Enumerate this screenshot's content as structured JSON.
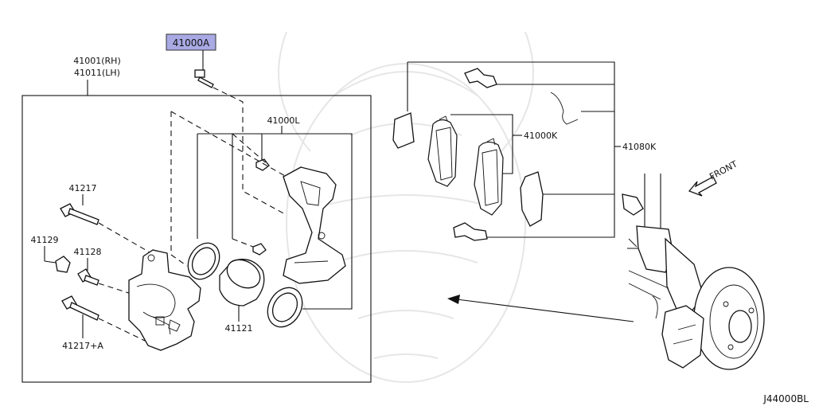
{
  "diagram": {
    "highlight_color": "#a9a9e4",
    "labels": {
      "p41000a": "41000A",
      "p41001": "41001(RH)",
      "p41011": "41011(LH)",
      "p41000l": "41000L",
      "p41000k": "41000K",
      "p41080k": "41080K",
      "p41217": "41217",
      "p41129": "41129",
      "p41128": "41128",
      "p41121": "41121",
      "p41217a": "41217+A",
      "front": "FRONT",
      "figure_id": "J44000BL"
    }
  }
}
